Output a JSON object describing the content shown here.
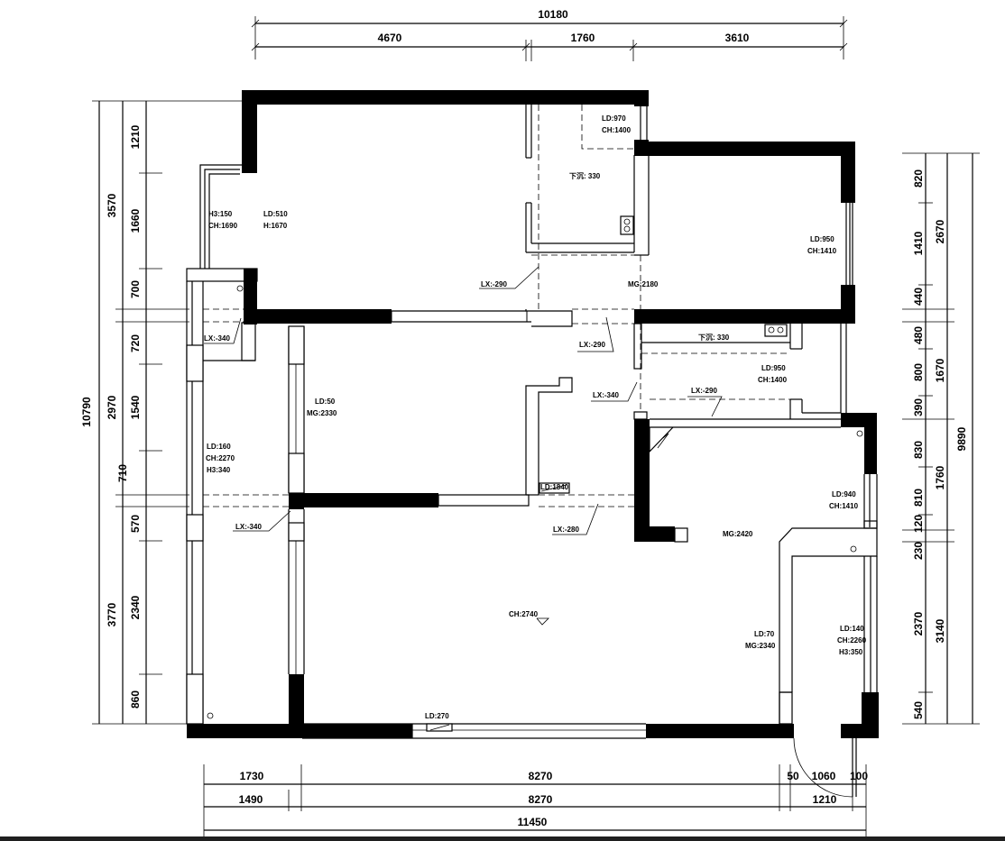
{
  "dimensions": {
    "top_total": "10180",
    "top_segments": [
      "4670",
      "1760",
      "3610"
    ],
    "left_outer": "10790",
    "left_mid": [
      "3570",
      "2970",
      "710",
      "3770"
    ],
    "left_inner": [
      "1210",
      "1660",
      "700",
      "720",
      "1540",
      "570",
      "2340",
      "860"
    ],
    "right_outer": "9890",
    "right_mid": [
      "2670",
      "1670",
      "1760",
      "3140"
    ],
    "right_inner": [
      "820",
      "1410",
      "440",
      "480",
      "800",
      "390",
      "830",
      "810",
      "120",
      "230",
      "2370",
      "540"
    ],
    "bottom_row1": [
      "1730",
      "8270",
      "50",
      "1060",
      "100"
    ],
    "bottom_row2": [
      "1490",
      "8270",
      "1210"
    ],
    "bottom_total": "11450"
  },
  "annotations": {
    "a1": "LD:970",
    "a2": "CH:1400",
    "a3": "下沉: 330",
    "a4": "H3:150",
    "a5": "CH:1690",
    "a6": "LD:510",
    "a7": "H:1670",
    "a8": "LD:950",
    "a9": "CH:1410",
    "a10": "LX:-290",
    "a11": "MG:2180",
    "a12": "LX:-340",
    "a13": "LX:-290",
    "a14": "下沉: 330",
    "a15": "LD:950",
    "a16": "CH:1400",
    "a17": "LX:-290",
    "a18": "LX:-340",
    "a19": "LD:50",
    "a20": "MG:2330",
    "a21": "LD:160",
    "a22": "CH:2270",
    "a23": "H3:340",
    "a24": "LD:1840",
    "a25": "LX:-340",
    "a26": "LX:-280",
    "a27": "LD:940",
    "a28": "CH:1410",
    "a29": "MG:2420",
    "a30": "CH:2740",
    "a31": "LD:70",
    "a32": "MG:2340",
    "a33": "LD:140",
    "a34": "CH:2260",
    "a35": "H3:350",
    "a36": "LD:270"
  }
}
